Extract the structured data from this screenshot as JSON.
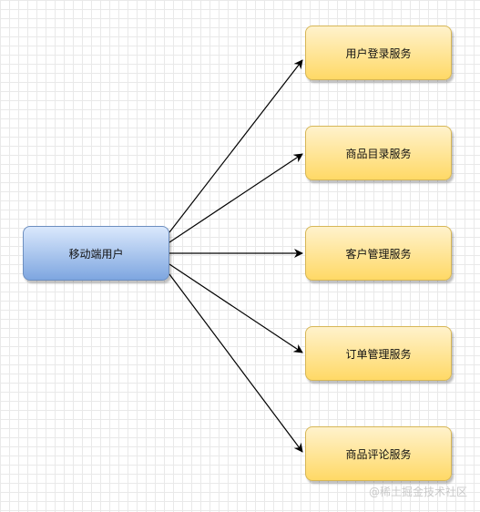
{
  "source": {
    "label": "移动端用户"
  },
  "services": [
    {
      "label": "用户登录服务"
    },
    {
      "label": "商品目录服务"
    },
    {
      "label": "客户管理服务"
    },
    {
      "label": "订单管理服务"
    },
    {
      "label": "商品评论服务"
    }
  ],
  "watermark": "@稀土掘金技术社区"
}
